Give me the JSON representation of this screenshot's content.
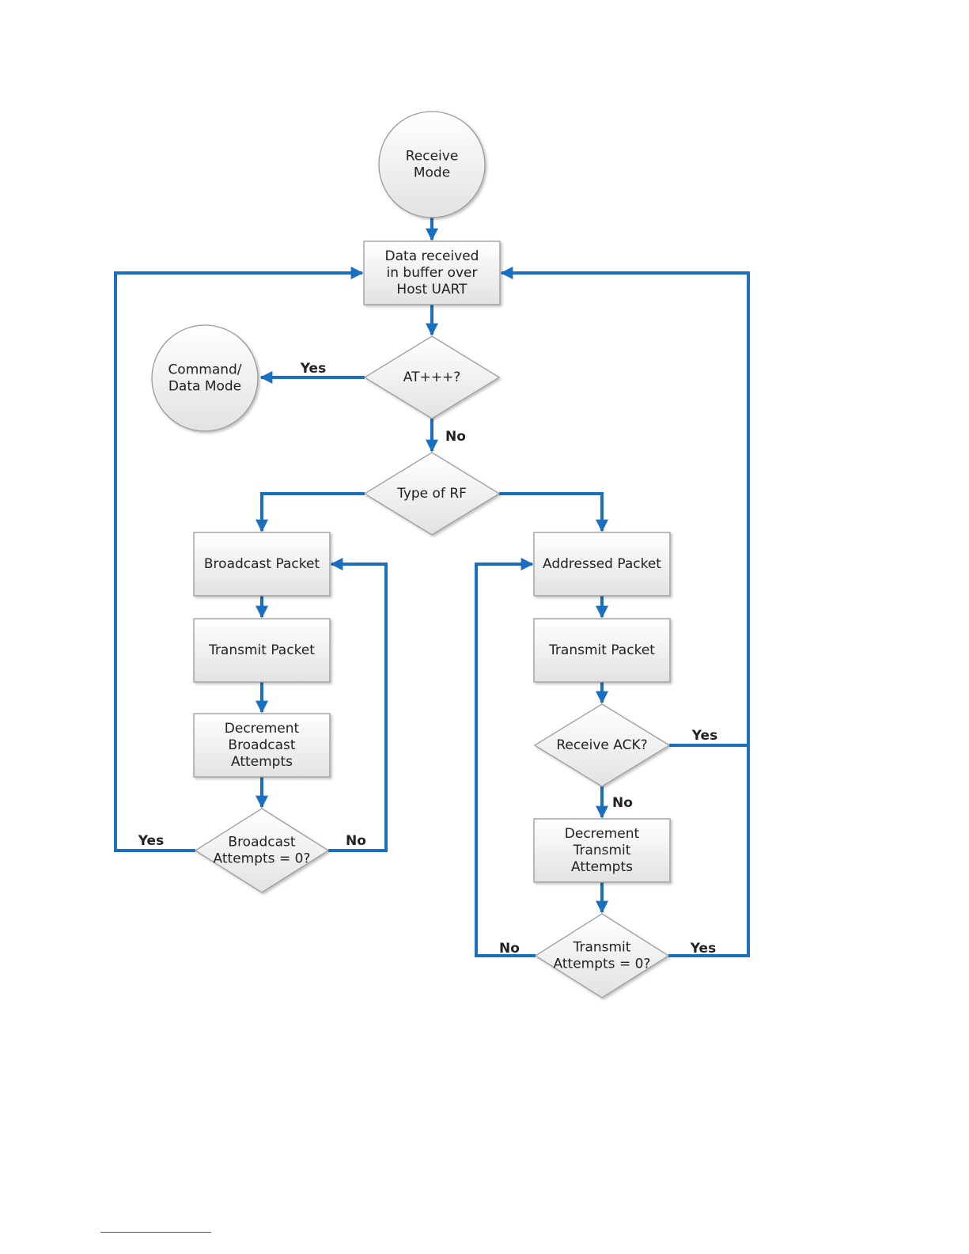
{
  "colors": {
    "connector": "#1a6fc1",
    "node_stroke": "#9a9a9a",
    "node_fill_top": "#ffffff",
    "node_fill_bottom": "#e2e2e2",
    "footer_rule": "#2b4fd6"
  },
  "nodes": {
    "receive_mode": {
      "shape": "circle",
      "lines": [
        "Receive",
        "Mode"
      ]
    },
    "data_received": {
      "shape": "rect",
      "lines": [
        "Data received",
        "in buffer over",
        "Host UART"
      ]
    },
    "at_plus": {
      "shape": "diamond",
      "lines": [
        "AT+++?"
      ]
    },
    "command_mode": {
      "shape": "circle",
      "lines": [
        "Command/",
        "Data Mode"
      ]
    },
    "type_of_rf": {
      "shape": "diamond",
      "lines": [
        "Type of RF"
      ]
    },
    "broadcast_packet": {
      "shape": "rect",
      "lines": [
        "Broadcast Packet"
      ]
    },
    "transmit_packet_left": {
      "shape": "rect",
      "lines": [
        "Transmit Packet"
      ]
    },
    "decrement_broadcast": {
      "shape": "rect",
      "lines": [
        "Decrement",
        "Broadcast",
        "Attempts"
      ]
    },
    "broadcast_zero": {
      "shape": "diamond",
      "lines": [
        "Broadcast",
        "Attempts = 0?"
      ]
    },
    "addressed_packet": {
      "shape": "rect",
      "lines": [
        "Addressed Packet"
      ]
    },
    "transmit_packet_right": {
      "shape": "rect",
      "lines": [
        "Transmit Packet"
      ]
    },
    "receive_ack": {
      "shape": "diamond",
      "lines": [
        "Receive ACK?"
      ]
    },
    "decrement_transmit": {
      "shape": "rect",
      "lines": [
        "Decrement",
        "Transmit",
        "Attempts"
      ]
    },
    "transmit_zero": {
      "shape": "diamond",
      "lines": [
        "Transmit",
        "Attempts = 0?"
      ]
    }
  },
  "edges": [
    {
      "from": "receive_mode",
      "to": "data_received",
      "label": ""
    },
    {
      "from": "data_received",
      "to": "at_plus",
      "label": ""
    },
    {
      "from": "at_plus",
      "to": "command_mode",
      "label": "Yes"
    },
    {
      "from": "at_plus",
      "to": "type_of_rf",
      "label": "No"
    },
    {
      "from": "type_of_rf",
      "to": "broadcast_packet",
      "label": ""
    },
    {
      "from": "type_of_rf",
      "to": "addressed_packet",
      "label": ""
    },
    {
      "from": "broadcast_packet",
      "to": "transmit_packet_left",
      "label": ""
    },
    {
      "from": "transmit_packet_left",
      "to": "decrement_broadcast",
      "label": ""
    },
    {
      "from": "decrement_broadcast",
      "to": "broadcast_zero",
      "label": ""
    },
    {
      "from": "broadcast_zero",
      "to": "data_received",
      "label": "Yes"
    },
    {
      "from": "broadcast_zero",
      "to": "broadcast_packet",
      "label": "No"
    },
    {
      "from": "addressed_packet",
      "to": "transmit_packet_right",
      "label": ""
    },
    {
      "from": "transmit_packet_right",
      "to": "receive_ack",
      "label": ""
    },
    {
      "from": "receive_ack",
      "to": "data_received",
      "label": "Yes"
    },
    {
      "from": "receive_ack",
      "to": "decrement_transmit",
      "label": "No"
    },
    {
      "from": "decrement_transmit",
      "to": "transmit_zero",
      "label": ""
    },
    {
      "from": "transmit_zero",
      "to": "addressed_packet",
      "label": "No"
    },
    {
      "from": "transmit_zero",
      "to": "data_received",
      "label": "Yes"
    }
  ]
}
